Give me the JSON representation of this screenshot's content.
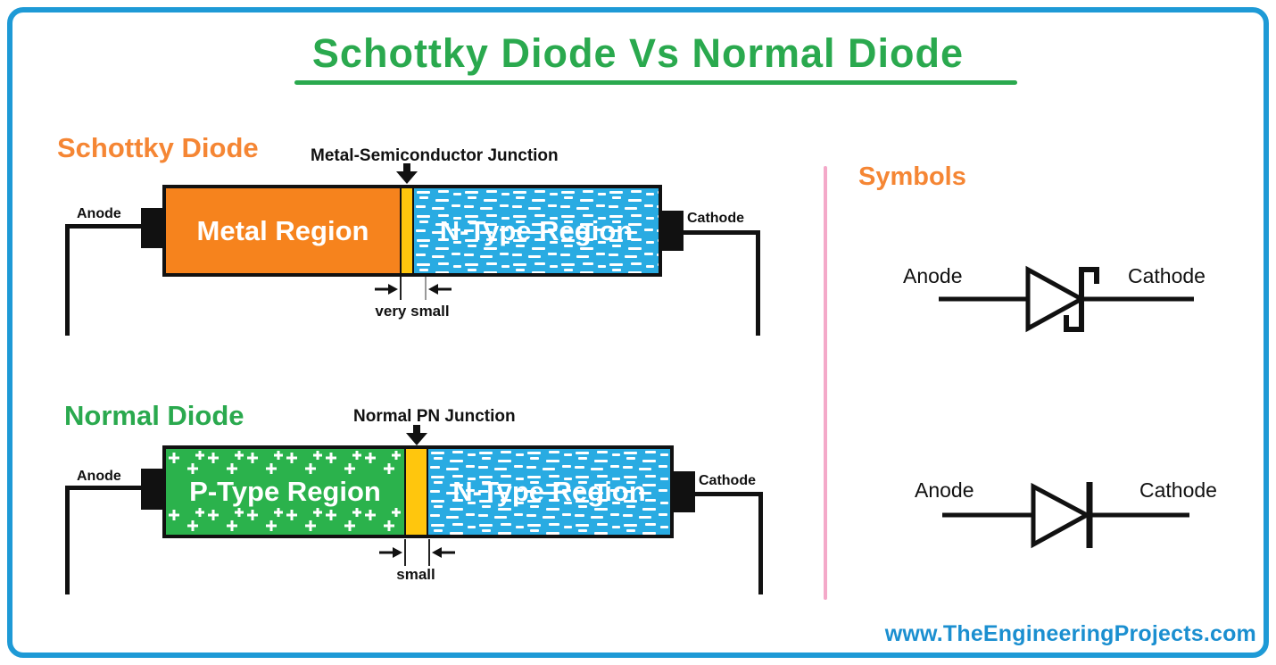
{
  "title": {
    "text": "Schottky Diode Vs Normal Diode"
  },
  "schottky": {
    "heading": "Schottky Diode",
    "junction_label": "Metal-Semiconductor Junction",
    "anode_label": "Anode",
    "cathode_label": "Cathode",
    "left_region_label": "Metal Region",
    "right_region_label": "N-Type Region",
    "width_label": "very small"
  },
  "normal": {
    "heading": "Normal Diode",
    "junction_label": "Normal PN Junction",
    "anode_label": "Anode",
    "cathode_label": "Cathode",
    "left_region_label": "P-Type Region",
    "right_region_label": "N-Type Region",
    "width_label": "small"
  },
  "symbols": {
    "heading": "Symbols",
    "schottky": {
      "anode_label": "Anode",
      "cathode_label": "Cathode"
    },
    "normal": {
      "anode_label": "Anode",
      "cathode_label": "Cathode"
    }
  },
  "footer": {
    "website": "www.TheEngineeringProjects.com"
  },
  "icons": {
    "junction_arrow": "thick-down-arrow",
    "width_arrow_right": "small-right-arrow",
    "width_arrow_left": "small-left-arrow"
  },
  "colors": {
    "frame-blue": "#1E9AD6",
    "title-green": "#2AA94E",
    "heading-orange": "#F58634",
    "metal-orange": "#F6831D",
    "ntype-blue": "#29ABE2",
    "ptype-green": "#2BB24C",
    "junction-yellow": "#FFC60D",
    "divider-pink": "#F4A9C9",
    "link-blue": "#1B8FD0"
  }
}
